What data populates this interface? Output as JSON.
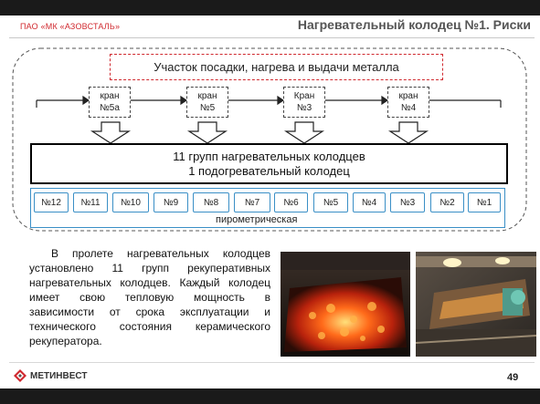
{
  "header": {
    "company": "ПАО «МК «АЗОВСТАЛЬ»",
    "title": "Нагревательный колодец №1. Риски"
  },
  "diagram": {
    "section_label": "Участок посадки, нагрева и выдачи металла",
    "cranes": [
      {
        "line1": "кран",
        "line2": "№5а"
      },
      {
        "line1": "кран",
        "line2": "№5"
      },
      {
        "line1": "Кран",
        "line2": "№3"
      },
      {
        "line1": "кран",
        "line2": "№4"
      }
    ],
    "groups_line1": "11 групп нагревательных колодцев",
    "groups_line2": "1 подогревательный колодец",
    "wells": [
      "№12",
      "№11",
      "№10",
      "№9",
      "№8",
      "№7",
      "№6",
      "№5",
      "№4",
      "№3",
      "№2",
      "№1"
    ],
    "pyro_label": "пирометрическая"
  },
  "body_text": "В пролете нагревательных колодцев установлено 11 групп рекуперативных нагревательных колодцев. Каждый колодец имеет свою тепловую мощность в зависимости от срока эксплуатации и технического состояния керамического рекуператора.",
  "footer": {
    "logo_text": "МЕТИНВЕСТ",
    "page_number": "49"
  },
  "colors": {
    "brand_red": "#d0282e",
    "pyro_blue": "#3a8fc6"
  }
}
